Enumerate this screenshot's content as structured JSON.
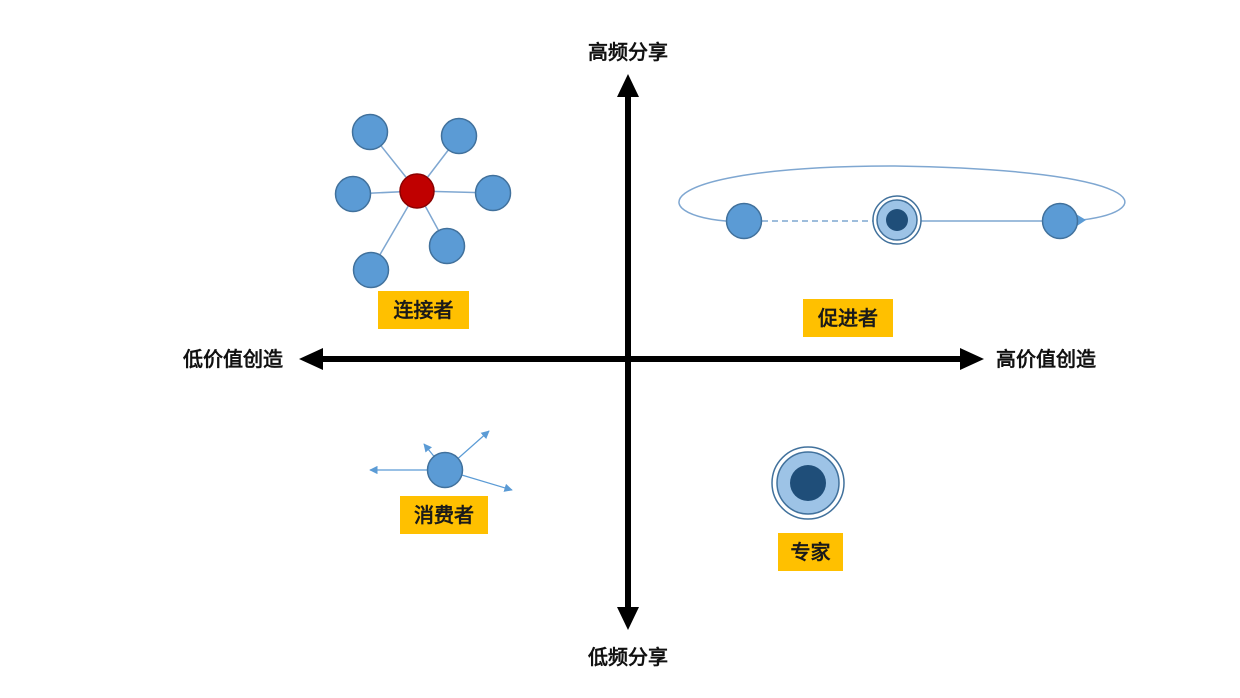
{
  "axes": {
    "top": "高频分享",
    "bottom": "低频分享",
    "left": "低价值创造",
    "right": "高价值创造"
  },
  "quadrants": {
    "top_left": {
      "label": "连接者"
    },
    "top_right": {
      "label": "促进者"
    },
    "bottom_left": {
      "label": "消费者"
    },
    "bottom_right": {
      "label": "专家"
    }
  },
  "colors": {
    "node_fill": "#5b9bd5",
    "node_stroke": "#41719c",
    "hub_fill": "#c00000",
    "dark_core": "#1f4e79",
    "edge": "#7fa7d1",
    "tag_bg": "#ffc000",
    "axis": "#000000"
  }
}
